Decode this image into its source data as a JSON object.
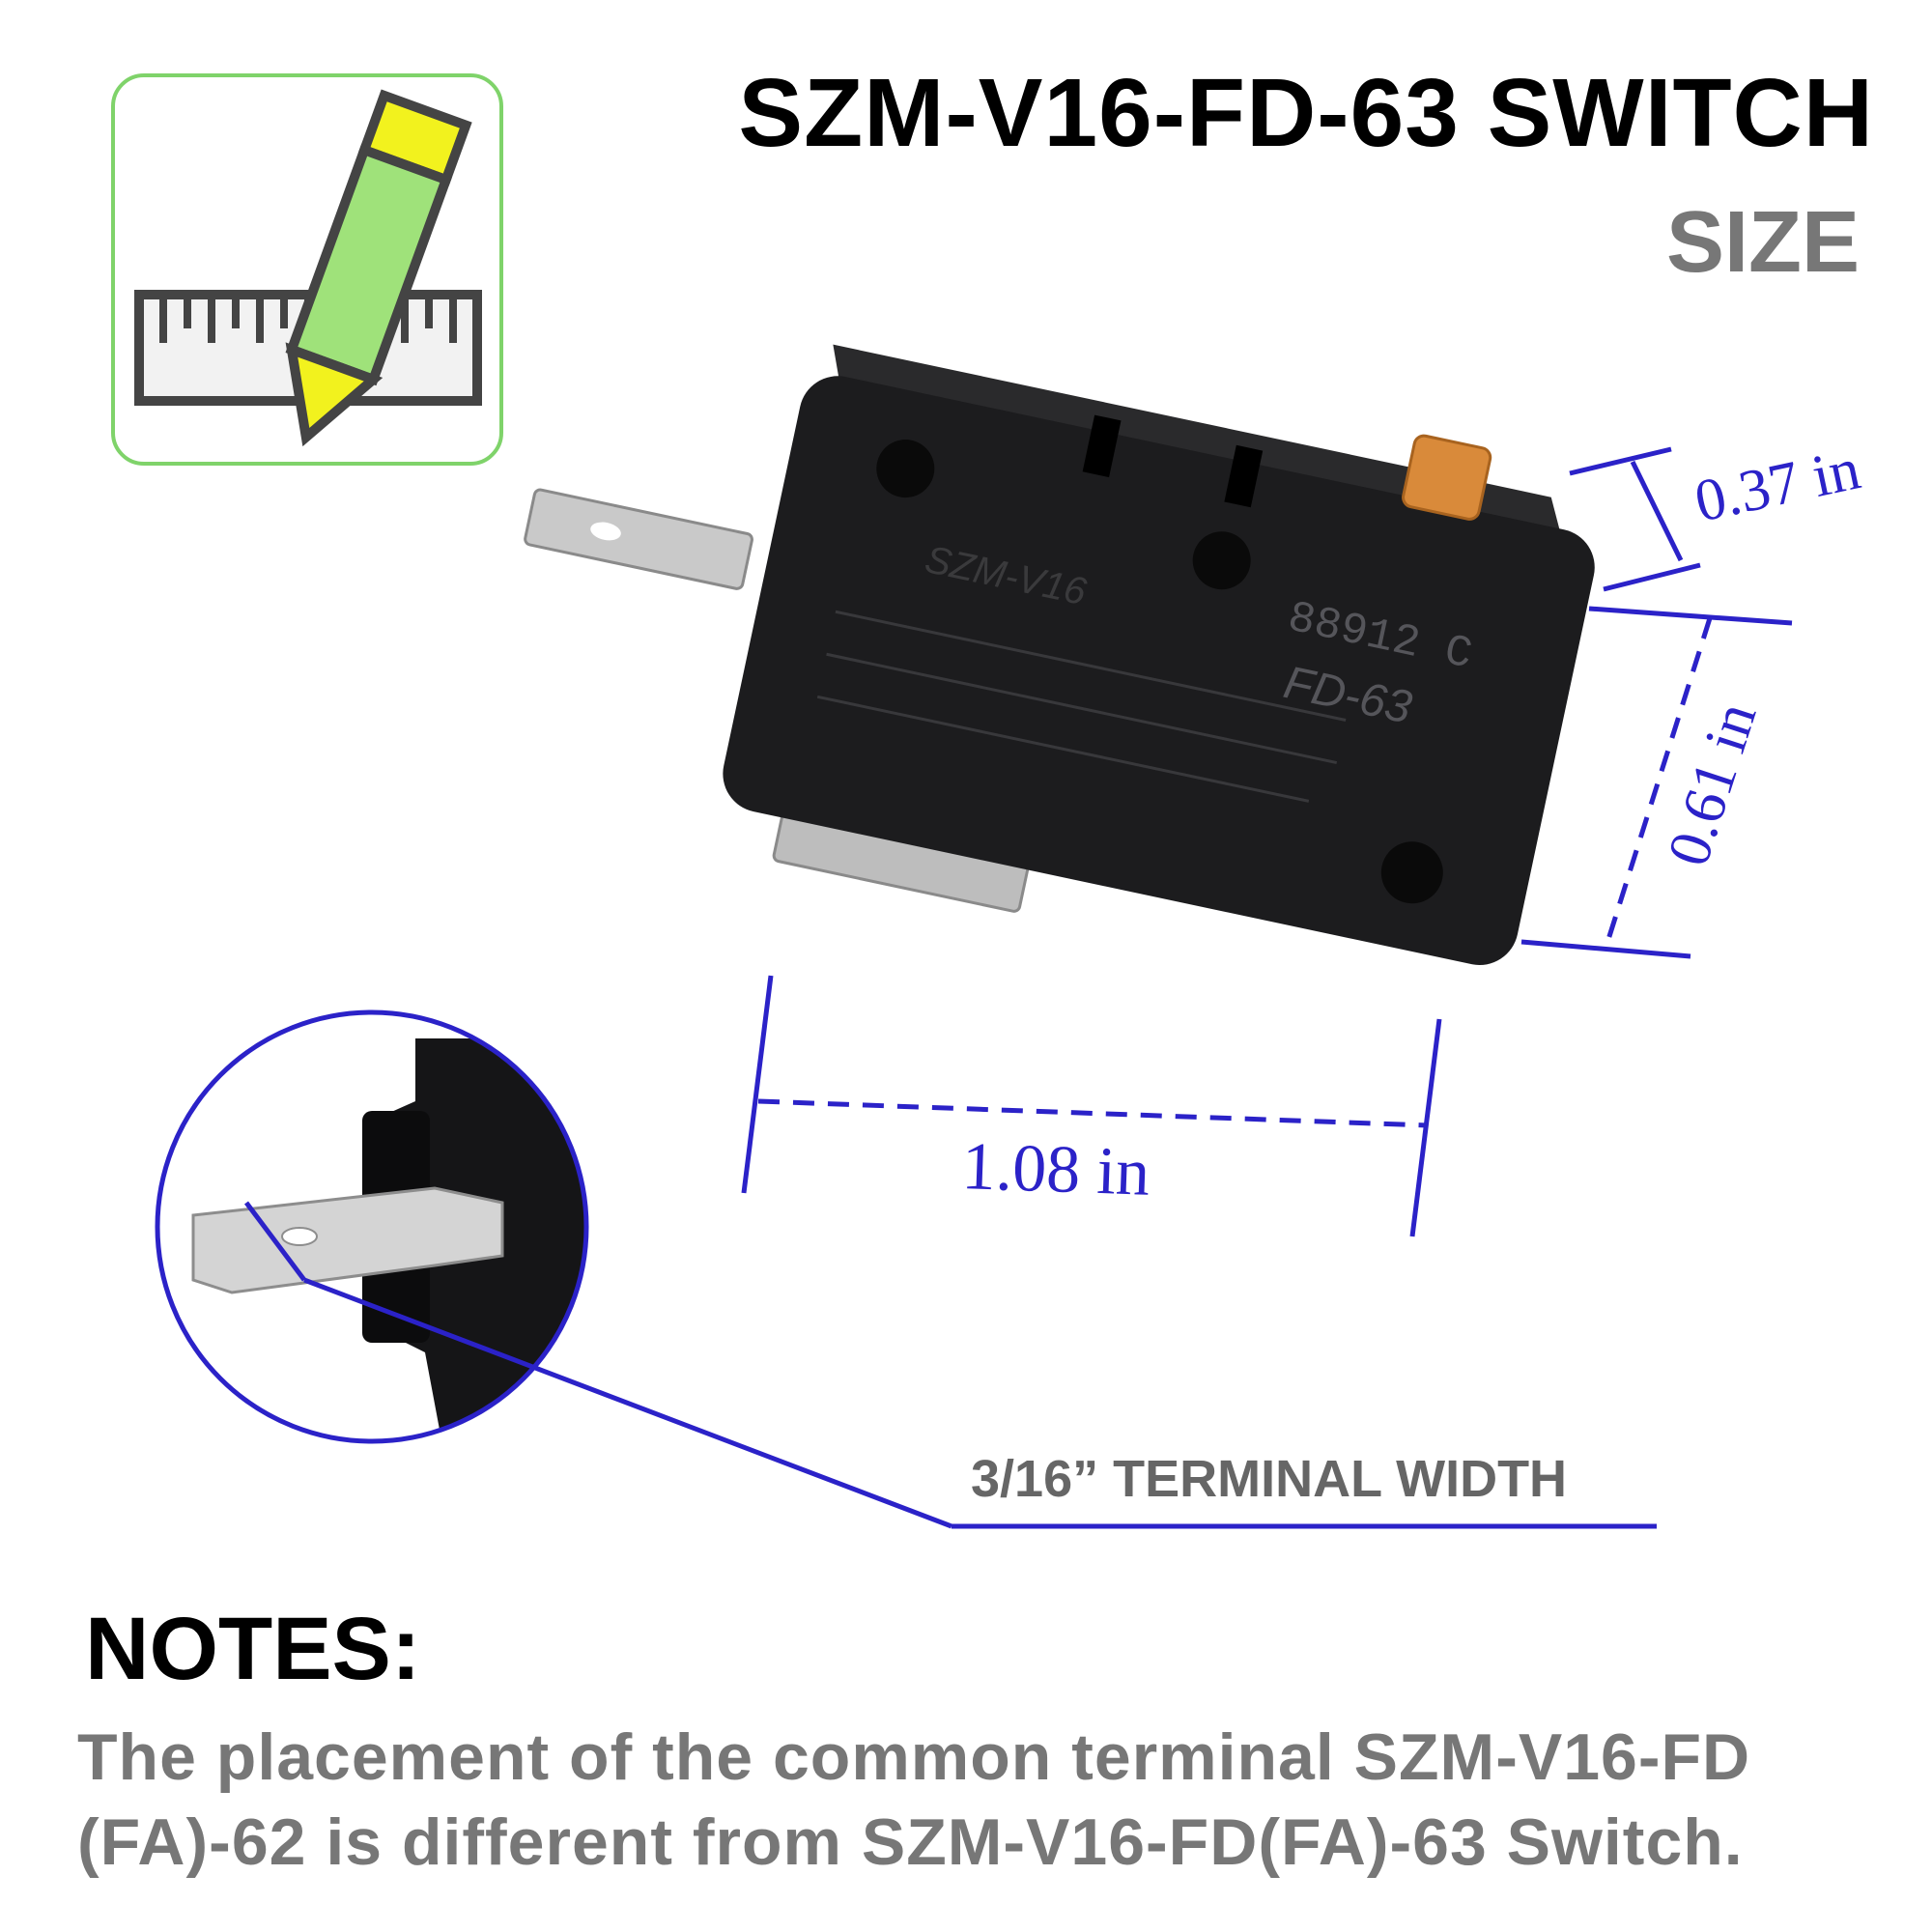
{
  "header": {
    "title": "SZM-V16-FD-63 SWITCH",
    "subtitle": "SIZE"
  },
  "icon": {
    "name": "ruler-pencil-icon"
  },
  "switch": {
    "markings": {
      "model": "SZM-V16",
      "code": "88912 C",
      "variant": "FD-63"
    }
  },
  "dimensions": {
    "height": "0.37 in",
    "width": "0.61 in",
    "length": "1.08 in"
  },
  "callout": {
    "label": "3/16” TERMINAL WIDTH"
  },
  "notes": {
    "heading": "NOTES:",
    "line1": "The placement of the common terminal SZM-V16-FD",
    "line2": "(FA)-62 is different from SZM-V16-FD(FA)-63 Switch."
  },
  "colors": {
    "dimension_lines": "#2b22c8",
    "switch_body": "#1c1c1e",
    "actuator": "#d98a3a",
    "icon_border": "#7fd36a",
    "pencil": "#9fe27a",
    "pencil_cap": "#f2f21e"
  }
}
